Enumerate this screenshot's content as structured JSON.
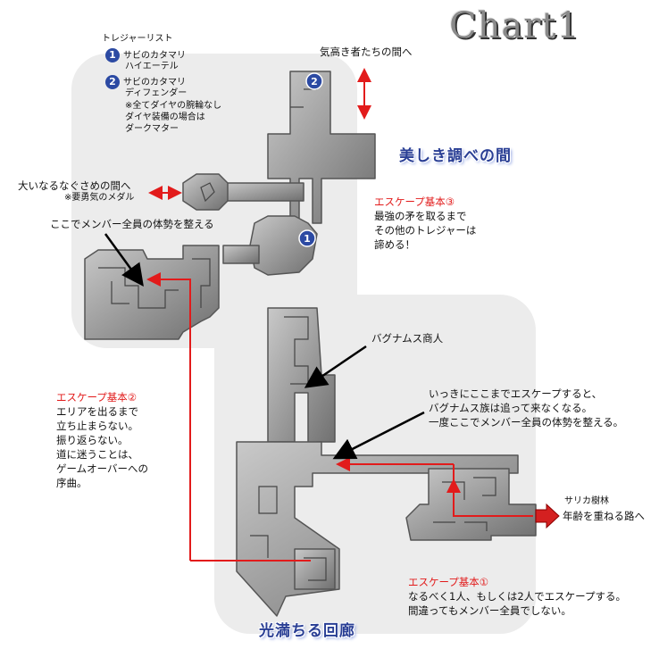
{
  "title": "Chart1",
  "treasure_list": {
    "heading": "トレジャーリスト",
    "items": [
      {
        "number": "1",
        "lines": [
          "サビのカタマリ",
          "ハイエーテル"
        ]
      },
      {
        "number": "2",
        "lines": [
          "サビのカタマリ",
          "ディフェンダー"
        ]
      }
    ],
    "note_lines": [
      "※全てダイヤの腕輪なし",
      "ダイヤ装備の場合は",
      "ダークマター"
    ]
  },
  "rooms": {
    "upper": "美しき調べの間",
    "lower": "光満ちる回廊"
  },
  "labels": {
    "to_noble": "気高き者たちの間へ",
    "to_comfort": "大いなるなぐさめの間へ",
    "courage_medal": "※要勇気のメダル",
    "regroup_here": "ここでメンバー全員の体勢を整える",
    "merchant": "バグナムス商人",
    "escape_once_lines": [
      "いっきにここまでエスケープすると、",
      "バグナムス族は追って来なくなる。",
      "一度ここでメンバー全員の体勢を整える。"
    ],
    "sarika": "サリカ樹林",
    "to_age": "年齢を重ねる路へ"
  },
  "escape_rules": [
    {
      "title": "エスケープ基本①",
      "lines": [
        "なるべく1人、もしくは2人でエスケープする。",
        "間違ってもメンバー全員でしない。"
      ]
    },
    {
      "title": "エスケープ基本②",
      "lines": [
        "エリアを出るまで",
        "立ち止まらない。",
        "振り返らない。",
        "道に迷うことは、",
        "ゲームオーバーへの",
        "序曲。"
      ]
    },
    {
      "title": "エスケープ基本③",
      "lines": [
        "最強の矛を取るまで",
        "その他のトレジャーは",
        "諦める！"
      ]
    }
  ],
  "map_markers": [
    "1",
    "2"
  ],
  "colors": {
    "route": "#e21b1b",
    "room_label": "#2a3f95",
    "badge": "#2c4aa3",
    "floor": "#9a9a9a"
  }
}
